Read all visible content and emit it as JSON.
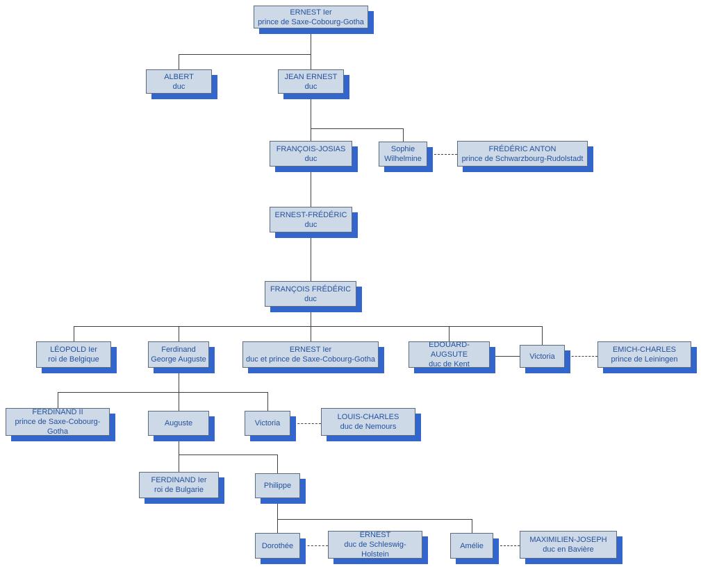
{
  "colors": {
    "background": "#ffffff",
    "node_fill": "#cdd9e6",
    "node_border": "#5a6a80",
    "node_text": "#24519e",
    "node_shadow": "#3366cc",
    "connector_line": "#3f3f3f"
  },
  "nodes": {
    "ernest_1er": {
      "name": "ERNEST Ier",
      "title": "prince de Saxe-Cobourg-Gotha"
    },
    "albert": {
      "name": "ALBERT",
      "title": "duc"
    },
    "jean_ernest": {
      "name": "JEAN ERNEST",
      "title": "duc"
    },
    "francois_josias": {
      "name": "FRANÇOIS-JOSIAS",
      "title": "duc"
    },
    "sophie_wilhelmine": {
      "name": "Sophie",
      "title": "Wilhelmine"
    },
    "frederic_anton": {
      "name": "FRÉDÉRIC ANTON",
      "title": "prince de Schwarzbourg-Rudolstadt"
    },
    "ernest_frederic": {
      "name": "ERNEST-FRÉDÉRIC",
      "title": "duc"
    },
    "francois_frederic": {
      "name": "FRANÇOIS FRÉDÉRIC",
      "title": "duc"
    },
    "leopold_1er": {
      "name": "LÉOPOLD Ier",
      "title": "roi de Belgique"
    },
    "ferdinand_george_auguste": {
      "name": "Ferdinand",
      "title": "George Auguste"
    },
    "ernest_1er_duc": {
      "name": "ERNEST Ier",
      "title": "duc et prince de Saxe-Cobourg-Gotha"
    },
    "edouard_auguste": {
      "name": "EDOUARD-AUGSUTE",
      "title": "duc de Kent"
    },
    "victoria_kent": {
      "name": "Victoria"
    },
    "emich_charles": {
      "name": "EMICH-CHARLES",
      "title": "prince de Leiningen"
    },
    "ferdinand_ii": {
      "name": "FERDINAND II",
      "title": "prince de Saxe-Cobourg-Gotha"
    },
    "auguste": {
      "name": "Auguste"
    },
    "victoria_nemours": {
      "name": "Victoria"
    },
    "louis_charles": {
      "name": "LOUIS-CHARLES",
      "title": "duc de Nemours"
    },
    "ferdinand_1er": {
      "name": "FERDINAND Ier",
      "title": "roi de Bulgarie"
    },
    "philippe": {
      "name": "Philippe"
    },
    "dorothee": {
      "name": "Dorothée"
    },
    "ernest_schleswig": {
      "name": "ERNEST",
      "title": "duc de Schleswig-Holstein"
    },
    "amelie": {
      "name": "Amélie"
    },
    "maximilien_joseph": {
      "name": "MAXIMILIEN-JOSEPH",
      "title": "duc en Bavière"
    }
  },
  "relations": {
    "parent_child": [
      {
        "parent": "ernest_1er",
        "children": [
          "albert",
          "jean_ernest"
        ]
      },
      {
        "parent": "jean_ernest",
        "children": [
          "francois_josias",
          "sophie_wilhelmine"
        ]
      },
      {
        "parent": "francois_josias",
        "children": [
          "ernest_frederic"
        ]
      },
      {
        "parent": "ernest_frederic",
        "children": [
          "francois_frederic"
        ]
      },
      {
        "parent": "francois_frederic",
        "children": [
          "leopold_1er",
          "ferdinand_george_auguste",
          "ernest_1er_duc",
          "edouard_auguste",
          "victoria_kent"
        ]
      },
      {
        "parent": "ferdinand_george_auguste",
        "children": [
          "ferdinand_ii",
          "auguste",
          "victoria_nemours"
        ]
      },
      {
        "parent": "auguste",
        "children": [
          "ferdinand_1er",
          "philippe"
        ]
      },
      {
        "parent": "philippe",
        "children": [
          "dorothee",
          "amelie"
        ]
      }
    ],
    "unions": [
      {
        "a": "sophie_wilhelmine",
        "b": "frederic_anton",
        "style": "dashed"
      },
      {
        "a": "edouard_auguste",
        "b": "victoria_kent",
        "style": "solid"
      },
      {
        "a": "victoria_kent",
        "b": "emich_charles",
        "style": "dashed"
      },
      {
        "a": "victoria_nemours",
        "b": "louis_charles",
        "style": "dashed"
      },
      {
        "a": "dorothee",
        "b": "ernest_schleswig",
        "style": "dashed"
      },
      {
        "a": "amelie",
        "b": "maximilien_joseph",
        "style": "dashed"
      }
    ]
  }
}
